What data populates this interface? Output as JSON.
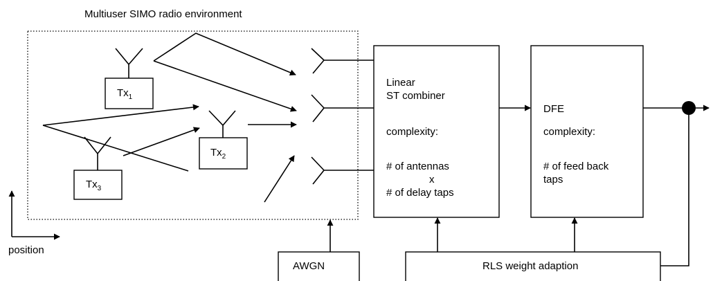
{
  "environment": {
    "title": "Multiuser SIMO radio environment"
  },
  "transmitters": [
    {
      "name": "Tx",
      "sub": "1"
    },
    {
      "name": "Tx",
      "sub": "2"
    },
    {
      "name": "Tx",
      "sub": "3"
    }
  ],
  "combiner": {
    "line1": "Linear",
    "line2": "ST combiner",
    "line3": "complexity:",
    "line4": "# of antennas",
    "line5": "x",
    "line6": "# of delay taps"
  },
  "dfe": {
    "line1": "DFE",
    "line2": "complexity:",
    "line3": "# of feed back",
    "line4": "taps"
  },
  "awgn": {
    "label": "AWGN"
  },
  "rls": {
    "label": "RLS weight adaption"
  },
  "axis": {
    "label": "position"
  }
}
